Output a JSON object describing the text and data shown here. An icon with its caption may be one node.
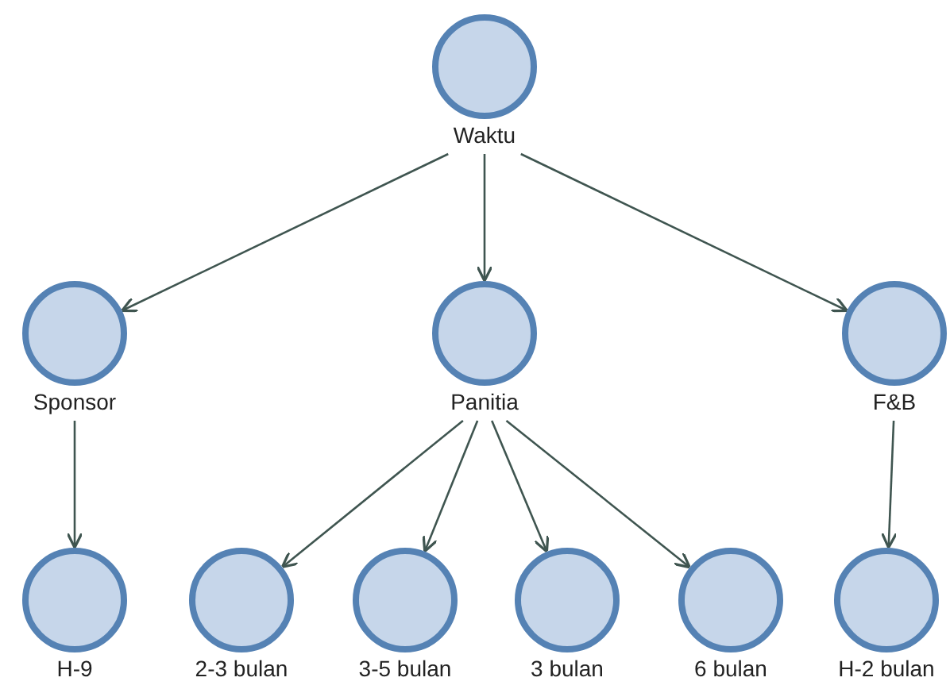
{
  "diagram": {
    "nodes": [
      {
        "text": [
          "Waktu"
        ]
      },
      {
        "text": [
          "Sponsor"
        ]
      },
      {
        "text": [
          "Panitia"
        ]
      },
      {
        "text": [
          "F&B"
        ]
      },
      {
        "text": [
          "H-9"
        ]
      },
      {
        "text": [
          "2-3 bulan"
        ]
      },
      {
        "text": [
          "3-5 bulan"
        ]
      },
      {
        "text": [
          "3 bulan"
        ]
      },
      {
        "text": [
          "6 bulan"
        ]
      },
      {
        "text": [
          "H-2 bulan"
        ]
      }
    ],
    "edges": [
      {
        "from": 0,
        "to": 1,
        "arrow": "to"
      },
      {
        "from": 0,
        "to": 2,
        "arrow": "to"
      },
      {
        "from": 0,
        "to": 3,
        "arrow": "to"
      },
      {
        "from": 1,
        "to": 4,
        "arrow": "to"
      },
      {
        "from": 2,
        "to": 5,
        "arrow": "to"
      },
      {
        "from": 2,
        "to": 6,
        "arrow": "to"
      },
      {
        "from": 2,
        "to": 7,
        "arrow": "to"
      },
      {
        "from": 2,
        "to": 8,
        "arrow": "to"
      },
      {
        "from": 3,
        "to": 9,
        "arrow": "to"
      }
    ]
  }
}
